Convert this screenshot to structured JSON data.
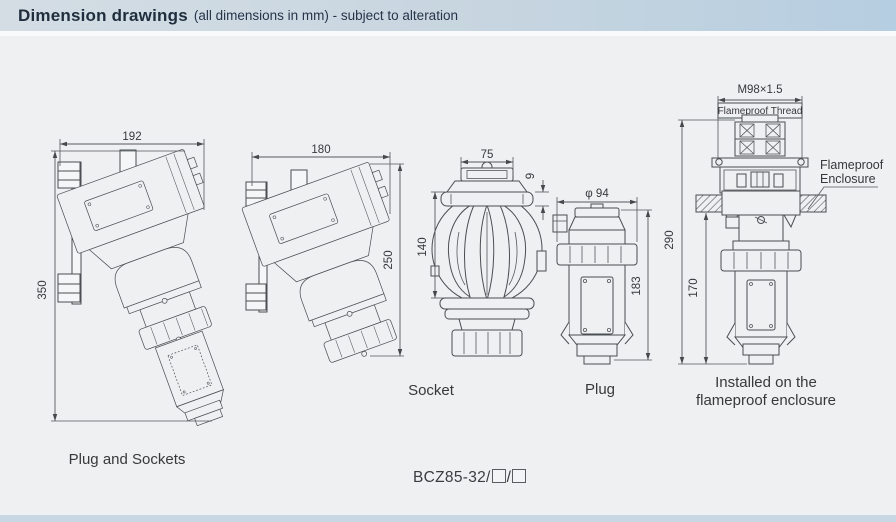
{
  "colors": {
    "header_background_left": "#d4dde4",
    "header_background_right": "#b6cee1",
    "header_text": "#1f2d3d",
    "canvas_background": "#eef0f2",
    "line": "#4b4e52"
  },
  "header": {
    "title": "Dimension drawings",
    "subtitle": "(all dimensions in mm) - subject to alteration"
  },
  "drawings": {
    "plug_and_sockets": {
      "caption": "Plug and Sockets",
      "dim_width": "192",
      "dim_height": "350"
    },
    "socket_side": {
      "dim_width": "180",
      "dim_height": "250"
    },
    "socket_front": {
      "caption": "Socket",
      "dim_width": "75",
      "dim_cap": "9",
      "dim_height": "140"
    },
    "plug_front": {
      "caption": "Plug",
      "dim_diameter": "φ 94",
      "dim_height": "183"
    },
    "installed": {
      "caption_line1": "Installed on the",
      "caption_line2": "flameproof enclosure",
      "thread_spec": "M98×1.5",
      "thread_label": "Flameproof Thread",
      "enclosure_line1": "Flameproof",
      "enclosure_line2": "Enclosure",
      "dim_total": "290",
      "dim_lower": "170"
    }
  },
  "footer": {
    "model_prefix": "BCZ85-32/",
    "model_separator": "/"
  }
}
